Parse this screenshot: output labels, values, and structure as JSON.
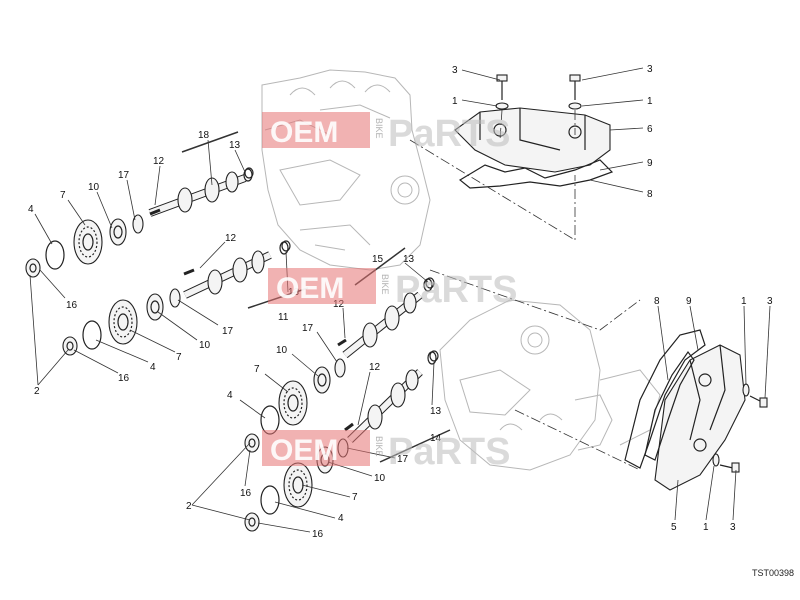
{
  "callouts": {
    "c1a": "3",
    "c1b": "1",
    "c1c": "3",
    "c1d": "1",
    "c1e": "6",
    "c1f": "9",
    "c1g": "8",
    "c2a": "18",
    "c2b": "13",
    "c2c": "12",
    "c2d": "17",
    "c2e": "10",
    "c2f": "7",
    "c2g": "4",
    "c2h": "16",
    "c3a": "12",
    "c3b": "13",
    "c3c": "11",
    "c3d": "17",
    "c3e": "10",
    "c3f": "7",
    "c3g": "4",
    "c3h": "16",
    "c3i": "2",
    "c4a": "15",
    "c4b": "13",
    "c4c": "12",
    "c4d": "17",
    "c4e": "10",
    "c4f": "7",
    "c5a": "12",
    "c5b": "13",
    "c5c": "14",
    "c5d": "17",
    "c5e": "10",
    "c5f": "7",
    "c5g": "4",
    "c5h": "16",
    "c5i": "2",
    "c5j": "4",
    "c5k": "16",
    "c6a": "8",
    "c6b": "9",
    "c6c": "1",
    "c6d": "3",
    "c6e": "5",
    "c6f": "1",
    "c6g": "3"
  },
  "watermark": {
    "oem": "OEM",
    "bike": "BIKE",
    "parts": "PaRTS"
  },
  "drawing_code": "TST00398"
}
